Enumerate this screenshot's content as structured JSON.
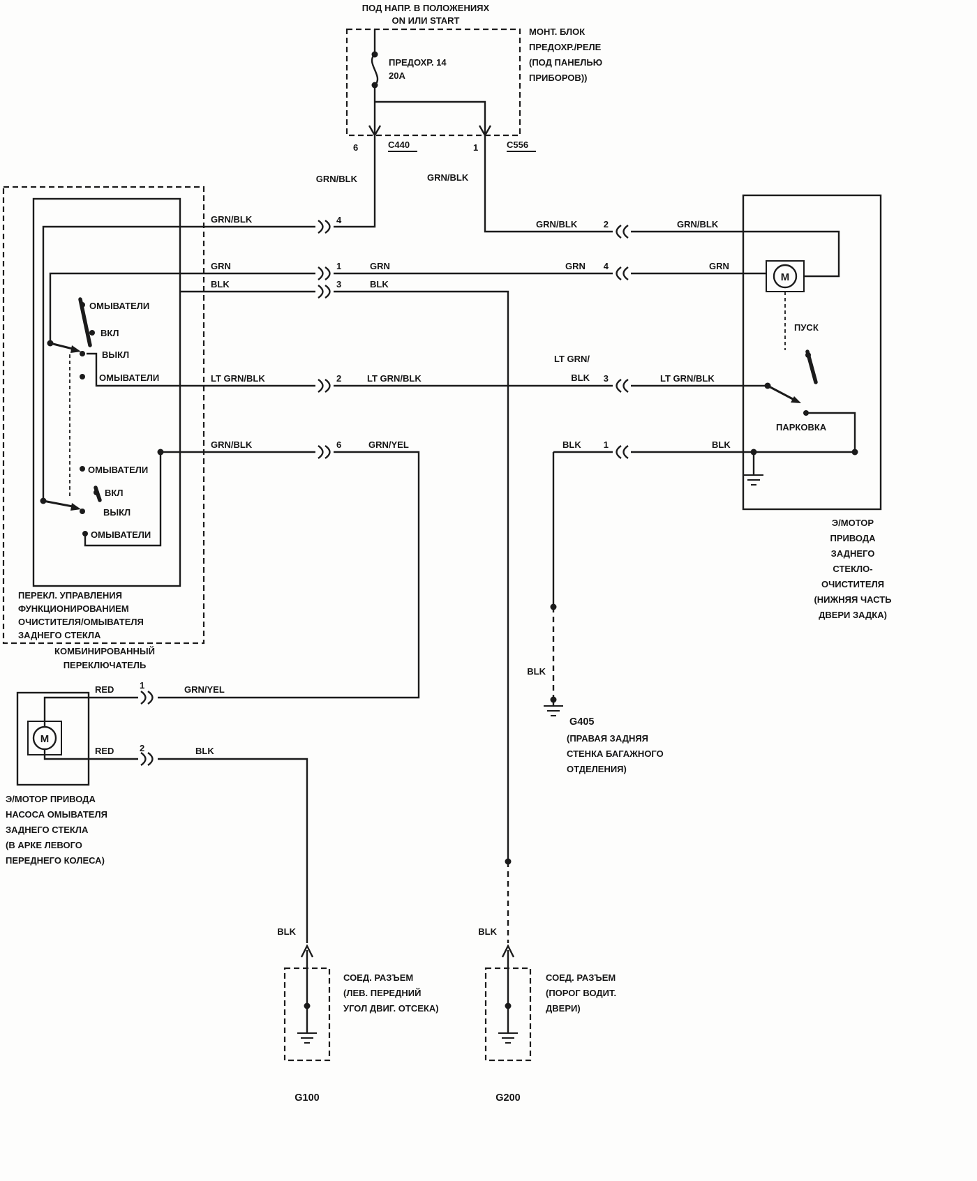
{
  "colors": {
    "line": "#1b1b1b",
    "background": "#fdfdfc"
  },
  "top": {
    "power1": "ПОД НАПР. В ПОЛОЖЕНИЯХ",
    "power2": "ON ИЛИ START",
    "fuse_name": "ПРЕДОХР. 14",
    "fuse_amp": "20А",
    "block": [
      "МОНТ. БЛОК",
      "ПРЕДОХР./РЕЛЕ",
      "(ПОД ПАНЕЛЬЮ",
      "ПРИБОРОВ))"
    ],
    "pin_c440": "6",
    "c440": "C440",
    "pin_c556": "1",
    "c556": "C556",
    "wire_c440": "GRN/BLK",
    "wire_c556": "GRN/BLK"
  },
  "sw": {
    "wire4_l": "GRN/BLK",
    "pin4": "4",
    "wire1_l": "GRN",
    "pin1": "1",
    "wire1_r": "GRN",
    "wire3_l": "BLK",
    "pin3": "3",
    "wire3_r": "BLK",
    "wire2_l": "LT GRN/BLK",
    "pin2": "2",
    "wire2_r": "LT GRN/BLK",
    "wire6_l": "GRN/BLK",
    "pin6": "6",
    "wire6_r": "GRN/YEL",
    "upper": [
      "ОМЫВАТЕЛИ",
      "ВКЛ",
      "ВЫКЛ",
      "ОМЫВАТЕЛИ"
    ],
    "lower": [
      "ОМЫВАТЕЛИ",
      "ВКЛ",
      "ВЫКЛ",
      "ОМЫВАТЕЛИ"
    ],
    "caption": [
      "ПЕРЕКЛ. УПРАВЛЕНИЯ",
      "ФУНКЦИОНИРОВАНИЕМ",
      "ОЧИСТИТЕЛЯ/ОМЫВАТЕЛЯ",
      "ЗАДНЕГО СТЕКЛА"
    ],
    "subcaption": [
      "КОМБИНИРОВАННЫЙ",
      "ПЕРЕКЛЮЧАТЕЛЬ"
    ]
  },
  "mw": {
    "wire2_l": "GRN/BLK",
    "pin2": "2",
    "wire2_r": "GRN/BLK",
    "wire4_l": "GRN",
    "pin4": "4",
    "wire4_r": "GRN",
    "wire3_l1": "LT GRN/",
    "wire3_l2": "BLK",
    "pin3": "3",
    "wire3_r": "LT GRN/BLK",
    "wire1_l": "BLK",
    "pin1": "1",
    "wire1_r": "BLK"
  },
  "motor": {
    "m": "M",
    "run": "ПУСК",
    "park": "ПАРКОВКА",
    "caption": [
      "Э/МОТОР",
      "ПРИВОДА",
      "ЗАДНЕГО",
      "СТЕКЛО-",
      "ОЧИСТИТЕЛЯ",
      "(НИЖНЯЯ ЧАСТЬ",
      "ДВЕРИ ЗАДКА)"
    ]
  },
  "g405": {
    "wire": "BLK",
    "name": "G405",
    "caption": [
      "(ПРАВАЯ ЗАДНЯЯ",
      "СТЕНКА БАГАЖНОГО",
      "ОТДЕЛЕНИЯ)"
    ]
  },
  "pump": {
    "m": "M",
    "wire1_l": "RED",
    "pin1": "1",
    "wire1_r": "GRN/YEL",
    "wire2_l": "RED",
    "pin2": "2",
    "wire2_r": "BLK",
    "caption": [
      "Э/МОТОР ПРИВОДА",
      "НАСОСА ОМЫВАТЕЛЯ",
      "ЗАДНЕГО СТЕКЛА",
      "(В АРКЕ ЛЕВОГО",
      "ПЕРЕДНЕГО КОЛЕСА)"
    ]
  },
  "bottom": {
    "blk_left": "BLK",
    "blk_right": "BLK",
    "conn_left": [
      "СОЕД. РАЗЪЕМ",
      "(ЛЕВ. ПЕРЕДНИЙ",
      "УГОЛ ДВИГ. ОТСЕКА)"
    ],
    "conn_right": [
      "СОЕД. РАЗЪЕМ",
      "(ПОРОГ ВОДИТ.",
      "ДВЕРИ)"
    ],
    "g100": "G100",
    "g200": "G200"
  }
}
